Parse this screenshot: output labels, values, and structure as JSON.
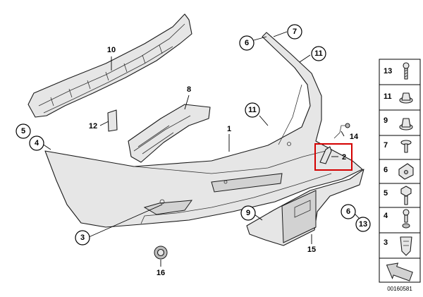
{
  "diagram": {
    "drawing_number": "00160581",
    "callouts": {
      "c1": "1",
      "c2": "2",
      "c3": "3",
      "c4": "4",
      "c5": "5",
      "c6a": "6",
      "c6b": "6",
      "c7": "7",
      "c8": "8",
      "c9": "9",
      "c10": "10",
      "c11a": "11",
      "c11b": "11",
      "c12": "12",
      "c13": "13",
      "c14": "14",
      "c15": "15",
      "c16": "16"
    },
    "legend": [
      {
        "label": "13",
        "icon": "screw-icon"
      },
      {
        "label": "11",
        "icon": "clip-nut-icon"
      },
      {
        "label": "9",
        "icon": "expanding-nut-icon"
      },
      {
        "label": "7",
        "icon": "washer-screw-icon"
      },
      {
        "label": "6",
        "icon": "spring-nut-icon"
      },
      {
        "label": "5",
        "icon": "hex-screw-icon"
      },
      {
        "label": "4",
        "icon": "bolt-icon"
      },
      {
        "label": "3",
        "icon": "clip-icon"
      }
    ]
  }
}
